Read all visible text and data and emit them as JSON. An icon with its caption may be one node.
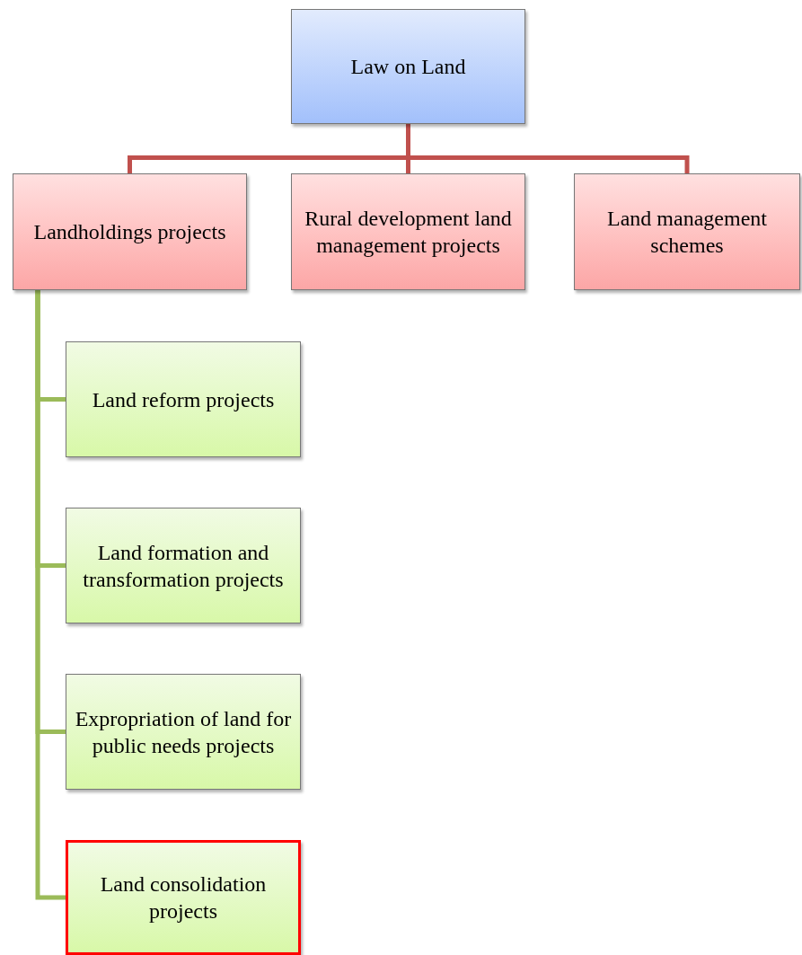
{
  "diagram": {
    "nodes": [
      {
        "text": [
          "Law on Land"
        ]
      },
      {
        "text": [
          "Landholdings projects"
        ]
      },
      {
        "text": [
          "Rural development land management projects"
        ]
      },
      {
        "text": [
          "Land management schemes"
        ]
      },
      {
        "text": [
          "Land reform projects"
        ]
      },
      {
        "text": [
          "Land formation and transformation projects"
        ]
      },
      {
        "text": [
          "Expropriation of land for public needs projects"
        ]
      },
      {
        "text": [
          "Land consolidation projects"
        ]
      }
    ],
    "edges": [
      {
        "from": 0,
        "to": 1,
        "arrow": "none",
        "color": "#c0504d"
      },
      {
        "from": 0,
        "to": 2,
        "arrow": "none",
        "color": "#c0504d"
      },
      {
        "from": 0,
        "to": 3,
        "arrow": "none",
        "color": "#c0504d"
      },
      {
        "from": 1,
        "to": 4,
        "arrow": "none"
      },
      {
        "from": 1,
        "to": 5,
        "arrow": "none"
      },
      {
        "from": 1,
        "to": 6,
        "arrow": "none"
      },
      {
        "from": 1,
        "to": 7,
        "arrow": "none"
      }
    ]
  }
}
